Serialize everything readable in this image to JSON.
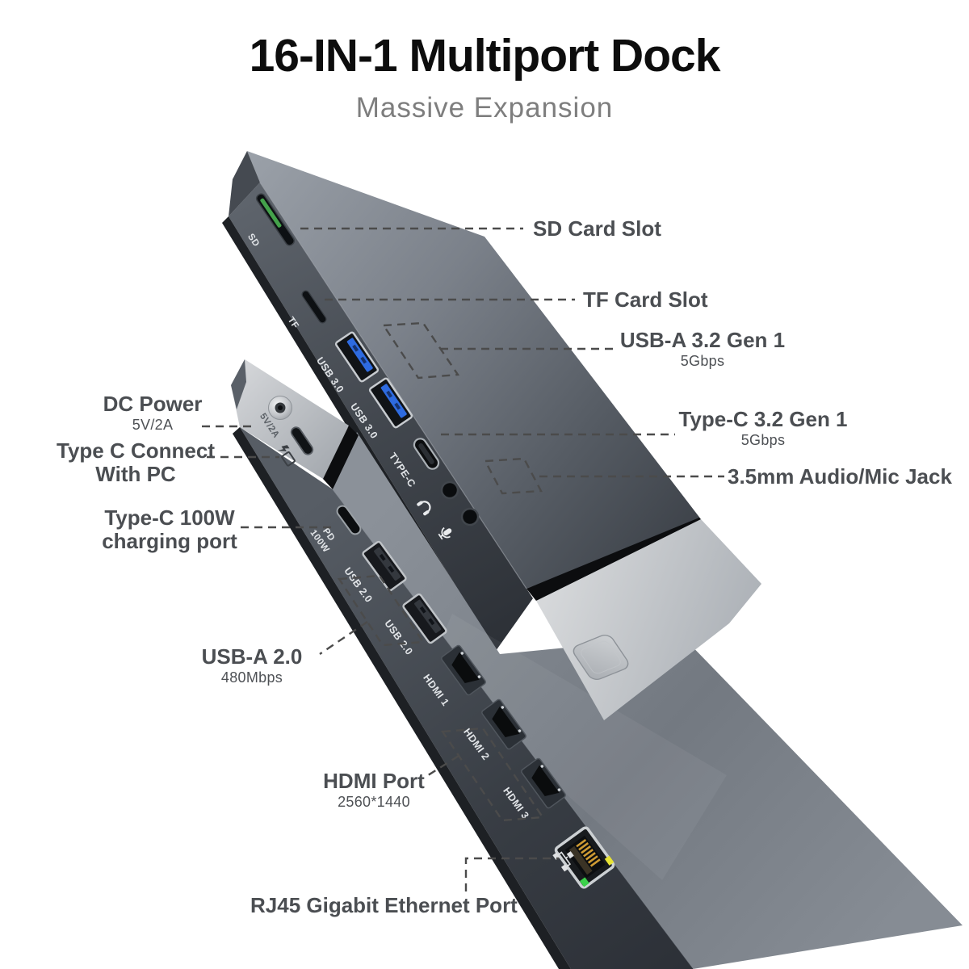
{
  "header": {
    "title": "16-IN-1 Multiport Dock",
    "subtitle": "Massive Expansion"
  },
  "callouts": {
    "sd": {
      "label": "SD Card Slot"
    },
    "tf": {
      "label": "TF Card Slot"
    },
    "usb_a_32": {
      "label": "USB-A 3.2 Gen 1",
      "sub": "5Gbps"
    },
    "type_c_32": {
      "label": "Type-C 3.2 Gen 1",
      "sub": "5Gbps"
    },
    "audio": {
      "label": "3.5mm Audio/Mic Jack"
    },
    "dc_power": {
      "label": "DC Power",
      "sub": "5V/2A"
    },
    "type_c_pc": {
      "label": "Type C Connect",
      "label2": "With PC"
    },
    "type_c_100w": {
      "label": "Type-C 100W",
      "label2": "charging port"
    },
    "usb_a_20": {
      "label": "USB-A 2.0",
      "sub": "480Mbps"
    },
    "hdmi": {
      "label": "HDMI Port",
      "sub": "2560*1440"
    },
    "rj45": {
      "label": "RJ45 Gigabit Ethernet Port"
    }
  },
  "device_labels": {
    "sd": "SD",
    "tf": "TF",
    "usb3_1": "USB 3.0",
    "usb3_2": "USB 3.0",
    "type_c": "TYPE-C",
    "pd_line1": "PD",
    "pd_line2": "100W",
    "usb2_1": "USB 2.0",
    "usb2_2": "USB 2.0",
    "hdmi1": "HDMI 1",
    "hdmi2": "HDMI 2",
    "hdmi3": "HDMI 3",
    "dc": "5V/2A"
  },
  "colors": {
    "usb3_blue": "#2e6be0",
    "sd_card_green": "#44a24b",
    "led_yellow": "#e8e435",
    "led_green": "#3bd14a",
    "dash_gray": "#4b4b4b",
    "label_gray": "#4b4e52",
    "body_dark": "#383d44",
    "body_silver": "#c9ccd0"
  }
}
